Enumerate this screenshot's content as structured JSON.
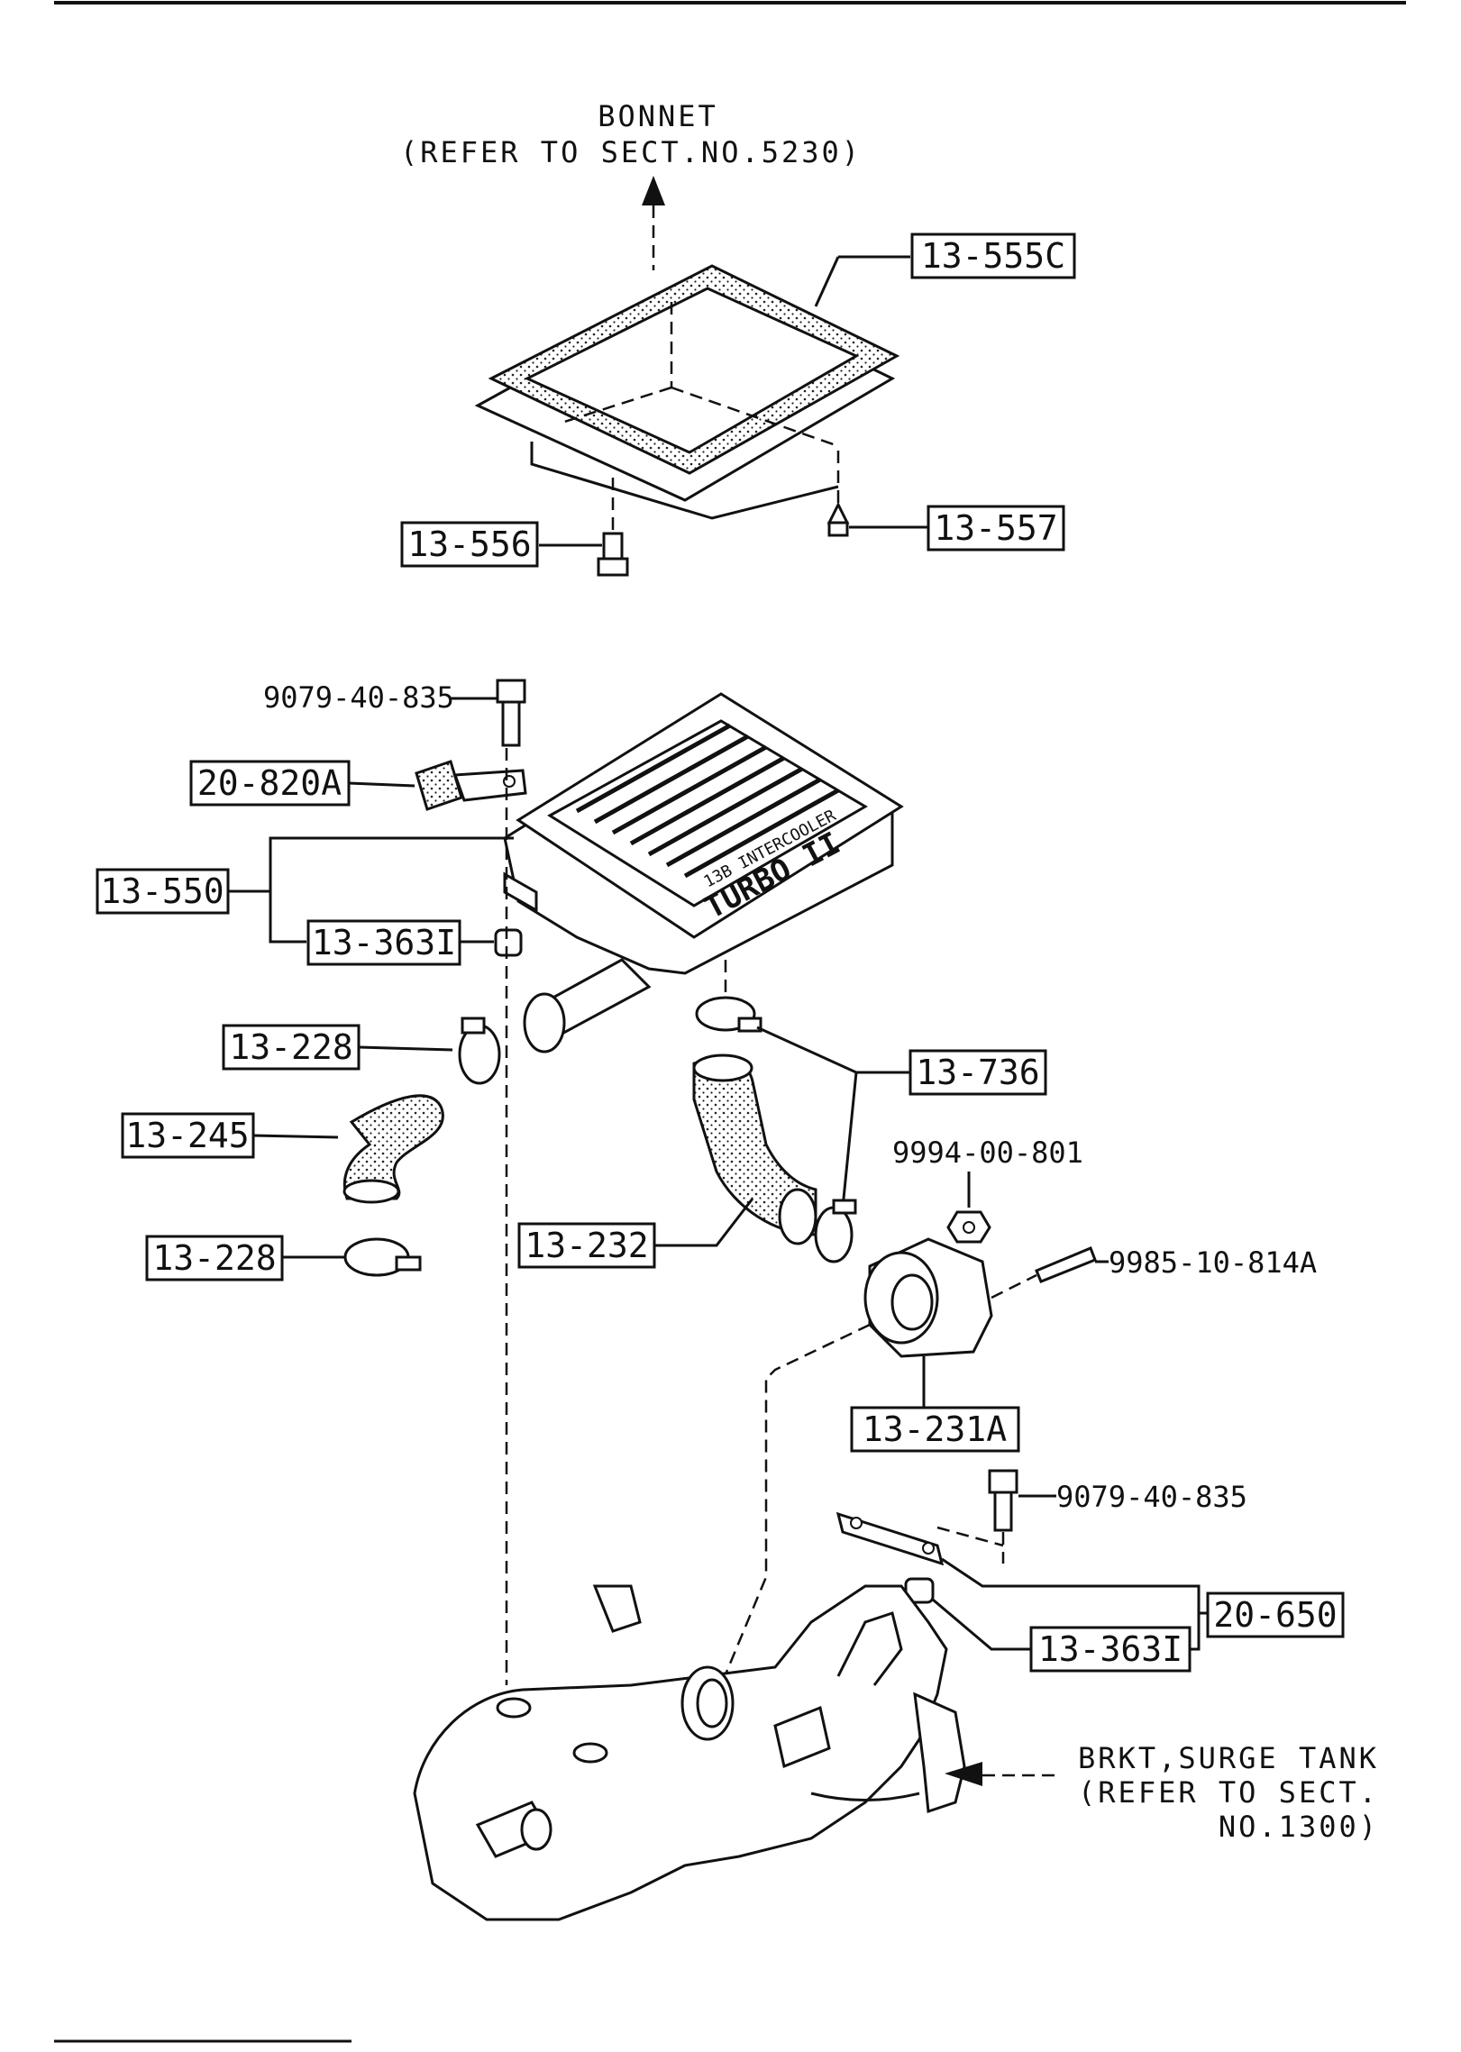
{
  "notes": {
    "bonnet_line1": "BONNET",
    "bonnet_line2": "(REFER TO SECT.NO.5230)",
    "brkt_line1": "BRKT,SURGE TANK",
    "brkt_line2": "(REFER TO SECT.",
    "brkt_line3": "NO.1300)"
  },
  "cover_text": {
    "small": "13B INTERCOOLER",
    "brand": "TURBO II"
  },
  "boxed_labels": {
    "p13_555C": "13-555C",
    "p13_556": "13-556",
    "p13_557": "13-557",
    "p20_820A": "20-820A",
    "p13_550": "13-550",
    "p13_363I_top": "13-363I",
    "p13_228_top": "13-228",
    "p13_245": "13-245",
    "p13_228_bottom": "13-228",
    "p13_736": "13-736",
    "p13_232": "13-232",
    "p13_231A": "13-231A",
    "p20_650": "20-650",
    "p13_363I_bottom": "13-363I"
  },
  "plain_labels": {
    "bolt_9079_top": "9079-40-835",
    "nut_9994": "9994-00-801",
    "stud_9985": "9985-10-814A",
    "bolt_9079_bottom": "9079-40-835"
  }
}
